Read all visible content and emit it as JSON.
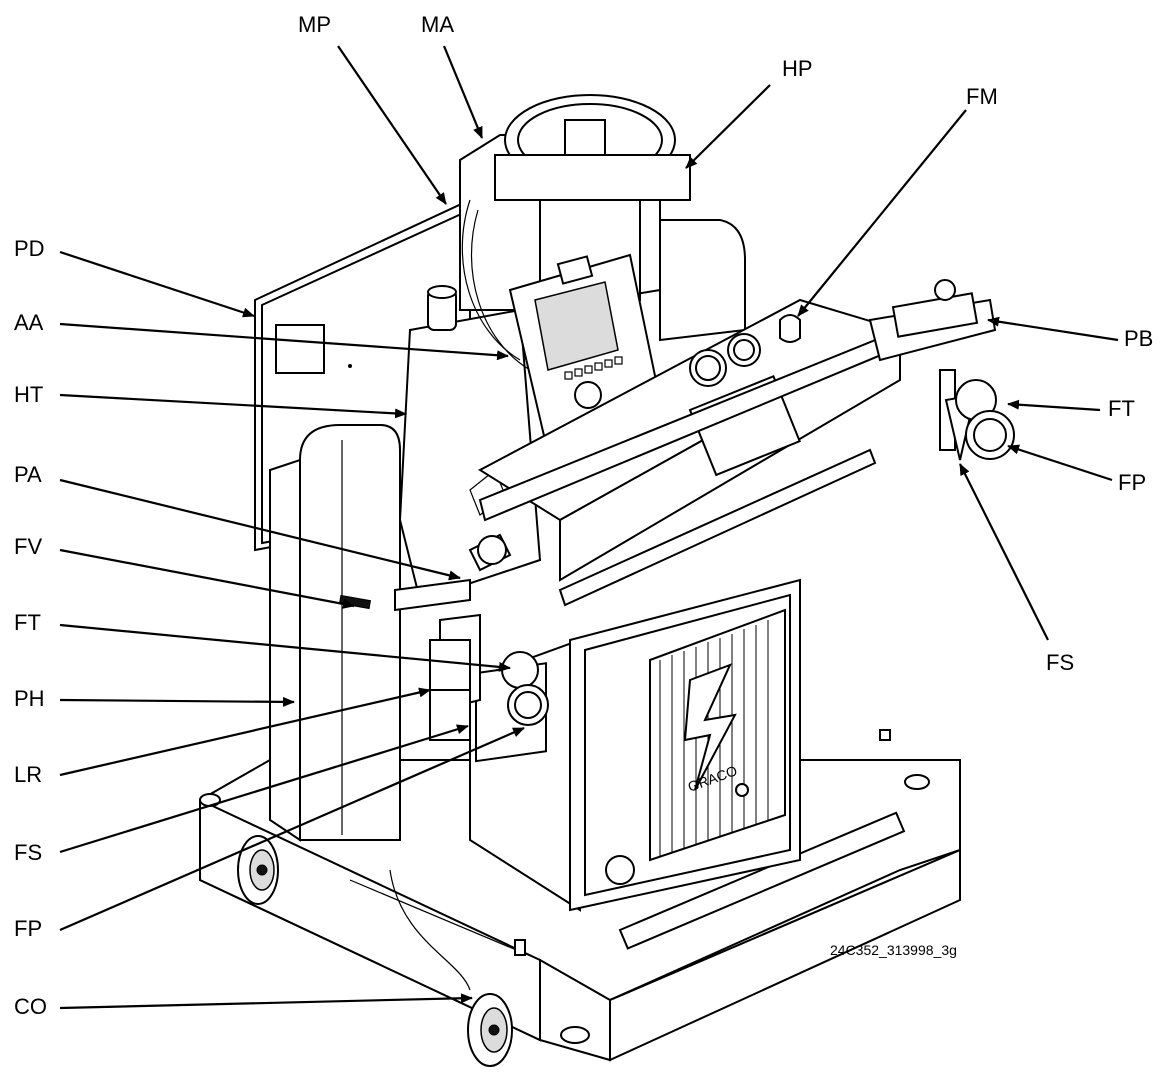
{
  "labels": {
    "MP": "MP",
    "MA": "MA",
    "HP": "HP",
    "FM": "FM",
    "PD": "PD",
    "AA": "AA",
    "HT": "HT",
    "PA": "PA",
    "FV": "FV",
    "FT_left": "FT",
    "PH": "PH",
    "LR": "LR",
    "FS_left": "FS",
    "FP_left": "FP",
    "CO": "CO",
    "PB": "PB",
    "FT_right": "FT",
    "FP_right": "FP",
    "FS_right": "FS"
  },
  "figure_id": "24C352_313998_3g",
  "brand_text": "GRACO"
}
